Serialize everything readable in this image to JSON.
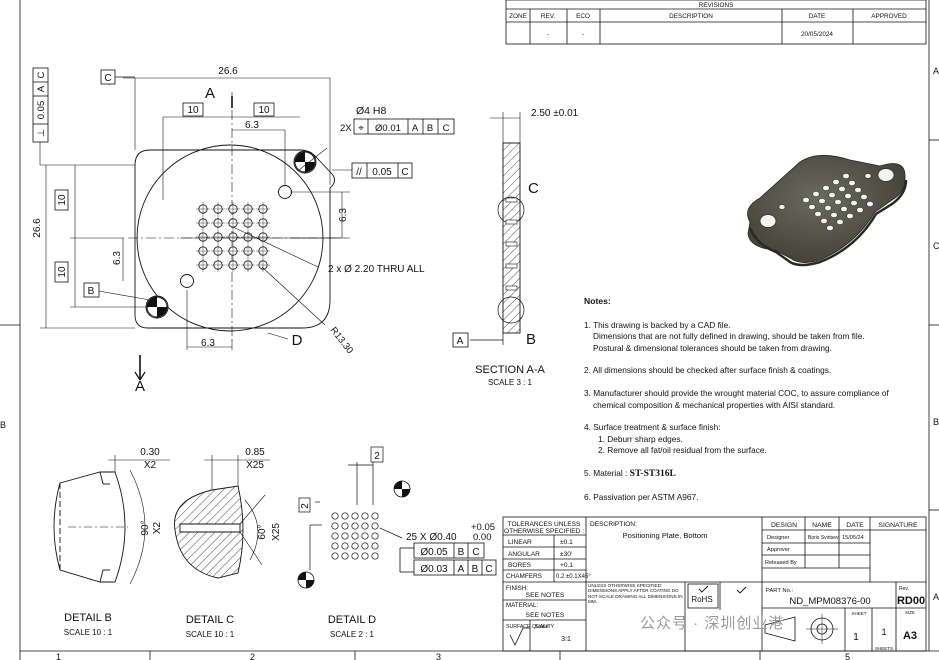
{
  "revisions": {
    "title": "REVISIONS",
    "headers": [
      "ZONE",
      "REV.",
      "ECO",
      "DESCRIPTION",
      "DATE",
      "APPROVED"
    ],
    "row": [
      "",
      "-",
      "-",
      "",
      "20/05/2024",
      ""
    ]
  },
  "zones": {
    "bottom": [
      "1",
      "2",
      "3",
      "5"
    ],
    "right": [
      "A",
      "C",
      "B",
      "A"
    ],
    "left": [
      "B"
    ]
  },
  "main_view": {
    "datum_c": "C",
    "flat_tol": [
      "⊥",
      "0.05",
      "A",
      "C"
    ],
    "dim_26_6_h": "26.6",
    "dim_26_6_v": "26.6",
    "dim_10_a": "10",
    "dim_10_b": "10",
    "dim_10_c": "10",
    "dim_10_d": "10",
    "dim_6_3_a": "6.3",
    "dim_6_3_b": "6.3",
    "dim_6_3_c": "6.3",
    "dim_6_3_d": "6.3",
    "hole_spec": "Ø4 H8",
    "pos_tol": [
      "2X",
      "⌖",
      "Ø0.01",
      "A",
      "B",
      "C"
    ],
    "parallel_tol": [
      "//",
      "0.05",
      "C"
    ],
    "thru_holes": "2 x Ø 2.20 THRU ALL",
    "radius": "R13.30",
    "datum_b": "B",
    "section_mark_top": "A",
    "section_mark_bottom": "A",
    "detail_d_mark": "D"
  },
  "section_view": {
    "thickness": "2.50 ±0.01",
    "detail_c_mark": "C",
    "detail_b_mark": "B",
    "datum_a": "A",
    "title": "SECTION  A-A",
    "scale": "SCALE 3 : 1"
  },
  "notes": {
    "heading": "Notes:",
    "n1": "1. This drawing is backed by a CAD file.",
    "n1a": "Dimensions that are not fully defined in drawing, should be taken from file.",
    "n1b": "Postural & dimensional tolerances should be taken from drawing.",
    "n2": "2. All dimensions should be checked after surface finish & coatings.",
    "n3": "3. Manufacturer should provide the wrought material COC, to assure compliance of",
    "n3a": "chemical composition & mechanical properties with AISI standard.",
    "n4": "4. Surface treatment & surface finish:",
    "n4a": "1. Deburr sharp edges.",
    "n4b": "2. Remove all fat/oil residual from the surface.",
    "n5_label": "5. Material : ",
    "n5_value": "ST-ST316L",
    "n6": "6. Passivation per ASTM A967."
  },
  "details": {
    "b": {
      "dim1": "0.30",
      "dim2": "X2",
      "angle": "90°",
      "angle2": "X2",
      "title": "DETAIL  B",
      "scale": "SCALE 10 : 1"
    },
    "c": {
      "dim1": "0.85",
      "dim2": "X25",
      "angle": "60°",
      "angle2": "X25",
      "title": "DETAIL  C",
      "scale": "SCALE 10 : 1"
    },
    "d": {
      "tag1": "2",
      "tag2": "2",
      "title": "DETAIL  D",
      "scale": "SCALE 2 : 1",
      "hole_spec": "25 X  Ø0.40",
      "tol_plus": "+0.05",
      "tol_minus": "0.00",
      "fcf1": [
        "Ø0.05",
        "B",
        "C"
      ],
      "fcf2": [
        "Ø0.03",
        "A",
        "B",
        "C"
      ]
    }
  },
  "title_block": {
    "tol_title1": "TOLERANCES UNLESS",
    "tol_title2": "OTHERWISE SPECIFIED :",
    "tol_rows": [
      [
        "LINEAR",
        "±0.1"
      ],
      [
        "ANGULAR",
        "±30'"
      ],
      [
        "BORES",
        "+0.1"
      ],
      [
        "CHAMFERS",
        "0.2 ±0.1X45°"
      ]
    ],
    "description_label": "DESCRIPTION:",
    "description": "Positioning Plate, Bottom",
    "finish_label": "FINISH:",
    "finish": "SEE NOTES",
    "material_label": "MATERIAL:",
    "material": "SEE NOTES",
    "surface_label": "SURFACE QUALITY",
    "scale_label": "Scale:",
    "scale": "3:1",
    "general_note": "UNLESS OTHERWISE SPECIFIED: DIMENSIONS APPLY AFTER COATING DO NOT SCALE DRAWING ALL DIMENSIONS IN MM.",
    "rohs": "RoHS",
    "design_headers": [
      "DESIGN",
      "NAME",
      "DATE",
      "SIGNATURE"
    ],
    "design_rows": [
      [
        "Designer",
        "Boris Svirtsev",
        "15/05/24"
      ],
      [
        "Approver",
        "",
        ""
      ],
      [
        "Released By",
        "",
        ""
      ]
    ],
    "part_no_label": "PART No.:",
    "part_no": "ND_MPM08376-00",
    "rev_label": "Rev.",
    "rev": "RD00",
    "sheet_label": "SHEET",
    "sheet": "1",
    "sheets_label": "SHEETS",
    "sheets": "1",
    "size_label": "SIZE",
    "size": "A3"
  },
  "watermark": "公众号 · 深圳创业港"
}
